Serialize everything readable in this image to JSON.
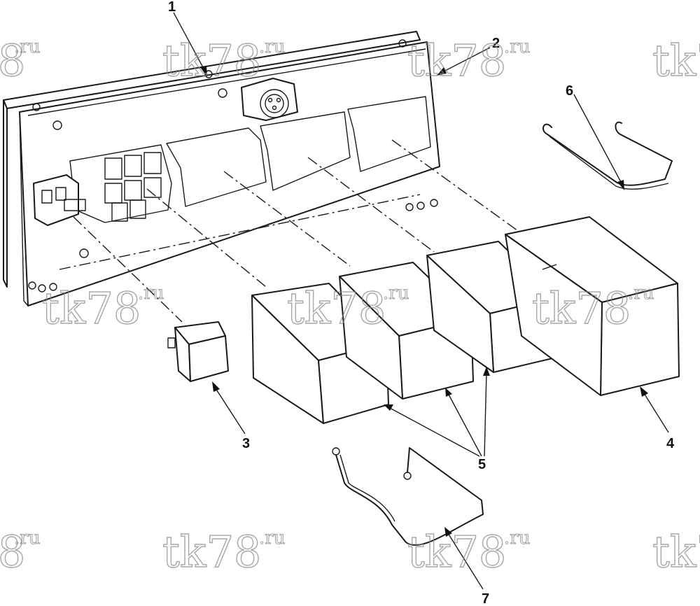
{
  "callouts": [
    {
      "number": "1"
    },
    {
      "number": "2"
    },
    {
      "number": "3"
    },
    {
      "number": "4"
    },
    {
      "number": "5"
    },
    {
      "number": "6"
    },
    {
      "number": "7"
    }
  ],
  "watermark": {
    "main": "tk78",
    "suffix": ".ru"
  }
}
